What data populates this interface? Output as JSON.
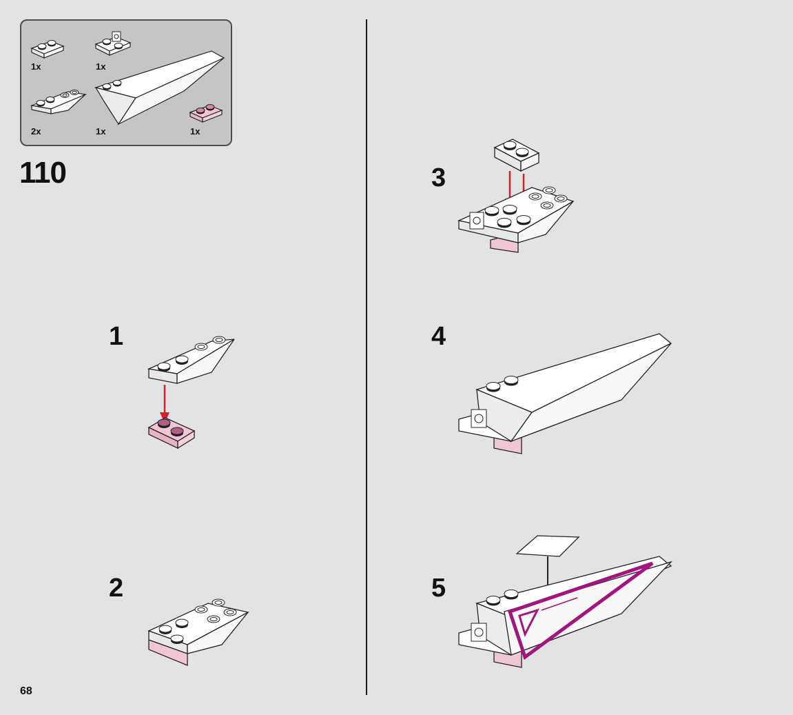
{
  "page": {
    "number": "68",
    "main_step": "110",
    "divider_color": "#1a1a1a"
  },
  "parts": [
    {
      "qty": "1x",
      "part": "plate-1x2-white"
    },
    {
      "qty": "1x",
      "part": "plate-with-clip-white"
    },
    {
      "qty": "2x",
      "part": "slope-plate-white"
    },
    {
      "qty": "1x",
      "part": "wedge-long-white"
    },
    {
      "qty": "1x",
      "part": "plate-1x2-trans-pink"
    }
  ],
  "substeps": [
    {
      "label": "1"
    },
    {
      "label": "2"
    },
    {
      "label": "3"
    },
    {
      "label": "4"
    },
    {
      "label": "5"
    }
  ],
  "colors": {
    "arrow": "#d0202a",
    "sticker_stripe": "#a0157f",
    "trans_pink": "#f0c6d6",
    "part_white": "#ffffff",
    "outline": "#222222"
  }
}
